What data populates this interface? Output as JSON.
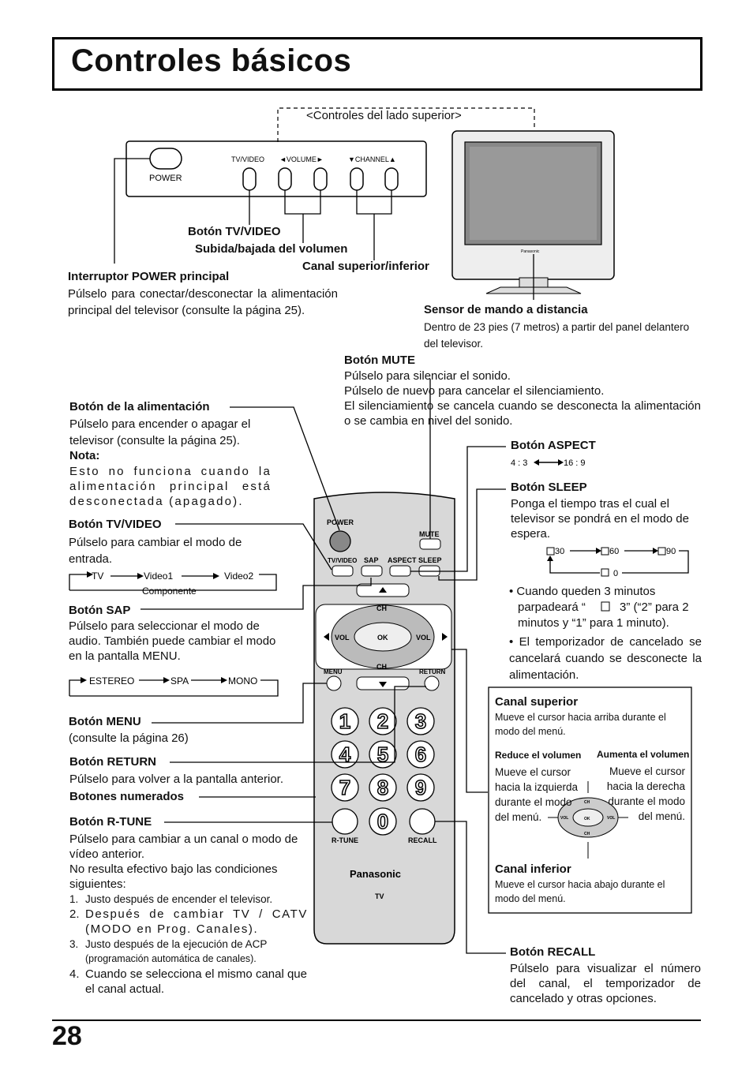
{
  "page_title": "Controles básicos",
  "page_number": "28",
  "top_panel": {
    "caption": "<Controles del lado superior>",
    "power_label": "POWER",
    "tvvideo_label": "TV/VIDEO",
    "volume_label": "◄VOLUME►",
    "channel_label": "▼CHANNEL▲",
    "tv_brand": "Panasonic"
  },
  "callouts": {
    "btn_tvvideo_top": "Botón TV/VIDEO",
    "volume_updown": "Subida/bajada del volumen",
    "channel_updown": "Canal superior/inferior",
    "power_main_title": "Interruptor POWER principal",
    "power_main_text": "Púlselo para conectar/desconectar la alimentación principal del televisor (consulte la página 25).",
    "sensor_title": "Sensor de mando a distancia",
    "sensor_text": "Dentro de 23 pies (7 metros) a partir del panel delantero del televisor.",
    "mute_title": "Botón MUTE",
    "mute_text1": "Púlselo para silenciar el sonido.",
    "mute_text2": "Púlselo de nuevo para cancelar el silenciamiento.",
    "mute_text3": "El silenciamiento se cancela cuando se desconecta la alimentación o se cambia en nivel del sonido.",
    "power_btn_title": "Botón de la alimentación",
    "power_btn_text": "Púlselo para encender o apagar el televisor (consulte la página 25).",
    "note_label": "Nota:",
    "note_text": "Esto no funciona cuando la alimentación principal está desconectada (apagado).",
    "tvvideo_title": "Botón TV/VIDEO",
    "tvvideo_text": "Púlselo para cambiar el modo de entrada.",
    "sap_title": "Botón SAP",
    "sap_text": "Púlselo para seleccionar el modo de audio. También puede cambiar el modo en la pantalla MENU.",
    "menu_title": "Botón MENU",
    "menu_text": "(consulte la página 26)",
    "return_title": "Botón RETURN",
    "return_text": "Púlselo para volver a la pantalla anterior.",
    "numbers_title": "Botones numerados",
    "rtune_title": "Botón R-TUNE",
    "rtune_text1": "Púlselo para cambiar a un canal o modo de vídeo anterior.",
    "rtune_text2": "No resulta efectivo bajo las condiciones siguientes:",
    "rtune_list": [
      {
        "n": "1.",
        "t": "Justo después de encender el televisor."
      },
      {
        "n": "2.",
        "t": "Después de cambiar TV / CATV (MODO en Prog. Canales)."
      },
      {
        "n": "3.",
        "t": "Justo después de la ejecución de ACP",
        "t2": "(programación automática de canales)."
      },
      {
        "n": "4.",
        "t": "Cuando se selecciona el mismo canal que el canal actual."
      }
    ],
    "aspect_title": "Botón ASPECT",
    "aspect_a": "4 : 3",
    "aspect_b": "16 : 9",
    "sleep_title": "Botón SLEEP",
    "sleep_text": "Ponga el tiempo tras el cual el televisor se pondrá en el modo de espera.",
    "sleep_30": "30",
    "sleep_60": "60",
    "sleep_90": "90",
    "sleep_0": "0",
    "sleep_b1a": "• Cuando queden 3 minutos",
    "sleep_b1b": "parpadeará “",
    "sleep_b1c": "3” (“2” para 2",
    "sleep_b1d": "minutos y “1” para 1 minuto).",
    "sleep_b2": "• El temporizador de cancelado se cancelará cuando se desconecte la alimentación.",
    "recall_title": "Botón RECALL",
    "recall_text": "Púlselo para visualizar el número del canal, el temporizador de cancelado y otras opciones."
  },
  "input_flow": {
    "tv": "TV",
    "video1": "Video1",
    "video2": "Video2",
    "comp": "Componente"
  },
  "audio_flow": {
    "a": "ESTEREO",
    "b": "SPA",
    "c": "MONO"
  },
  "remote": {
    "power": "POWER",
    "mute": "MUTE",
    "tvvideo": "TV/VIDEO",
    "sap": "SAP",
    "aspect": "ASPECT",
    "sleep": "SLEEP",
    "ch": "CH",
    "vol": "VOL",
    "ok": "OK",
    "menu": "MENU",
    "return": "RETURN",
    "rtune": "R-TUNE",
    "recall": "RECALL",
    "brand": "Panasonic",
    "tv": "TV",
    "digits": [
      "1",
      "2",
      "3",
      "4",
      "5",
      "6",
      "7",
      "8",
      "9",
      "0"
    ]
  },
  "box": {
    "up_title": "Canal superior",
    "up_text": "Mueve el cursor hacia arriba durante el modo del menú.",
    "left_title": "Reduce el volumen",
    "left_text": "Mueve el cursor hacia la izquierda durante el modo del menú.",
    "right_title": "Aumenta el volumen",
    "right_text": "Mueve el cursor hacia la derecha durante el modo del menú.",
    "down_title": "Canal inferior",
    "down_text": "Mueve el cursor hacia abajo durante el modo del menú."
  }
}
